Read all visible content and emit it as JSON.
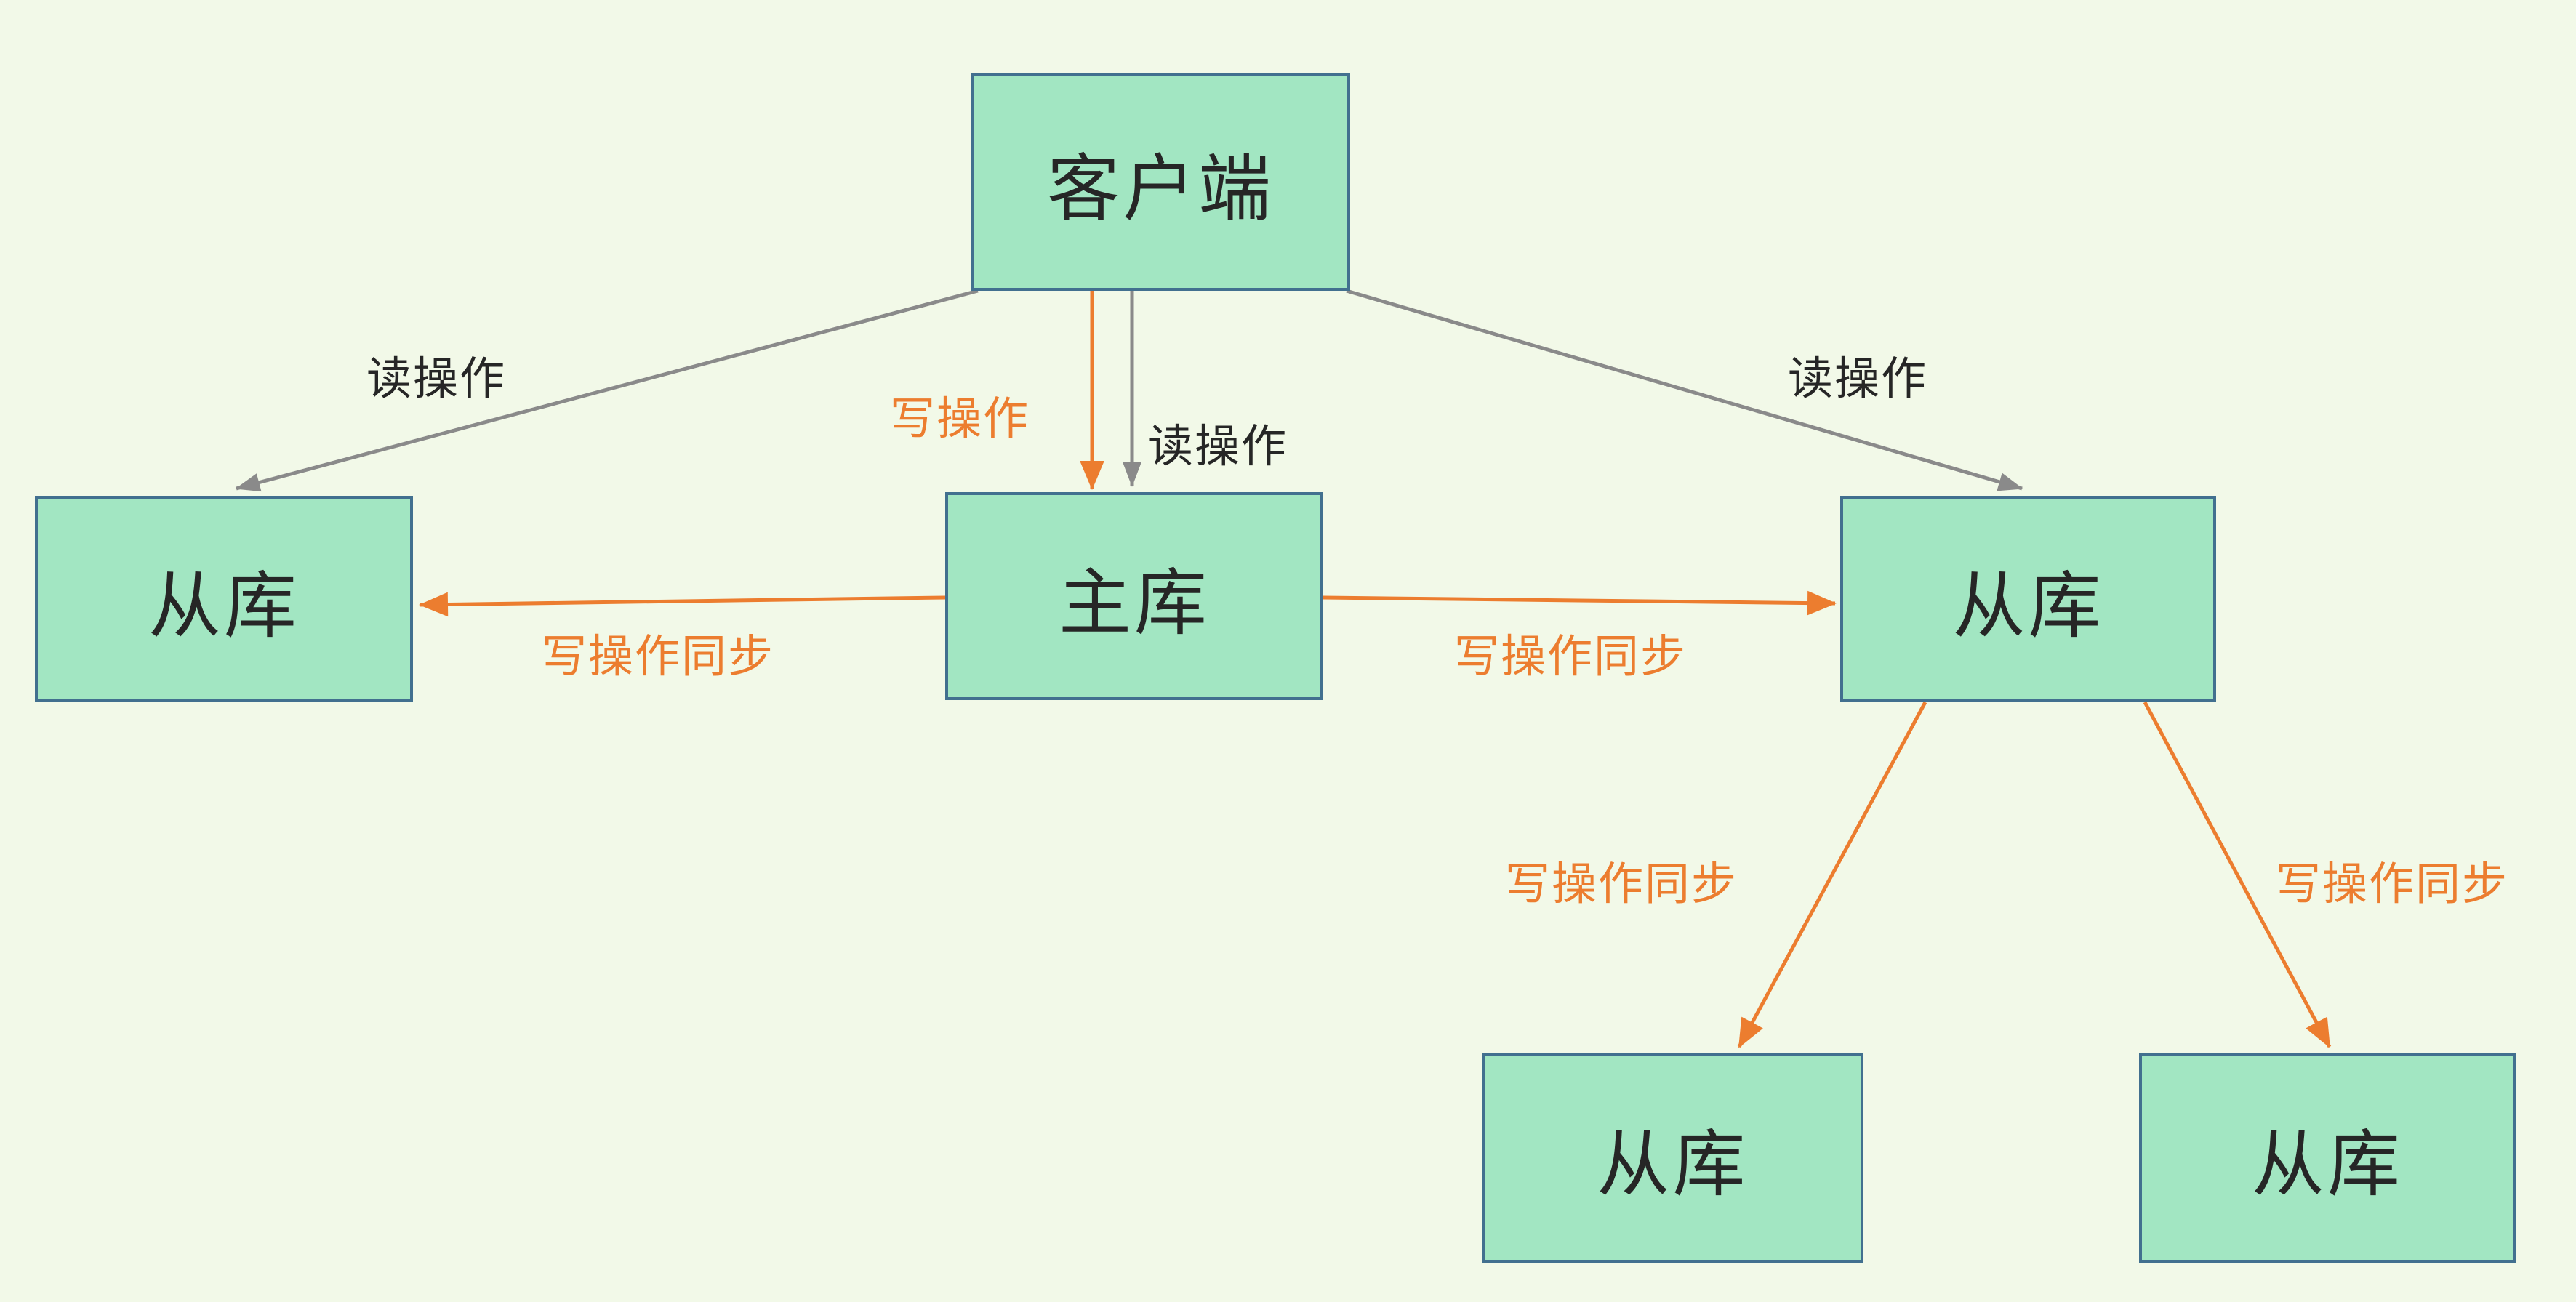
{
  "diagram": {
    "description": "Database read-write splitting / master-slave replication diagram",
    "colors": {
      "background": "#F2F9E8",
      "node_fill": "#A2E6C2",
      "node_border": "#42708F",
      "read_arrow_gray": "#8A8A8A",
      "write_arrow_orange": "#EC7D2F",
      "node_text": "#262626"
    },
    "nodes": [
      {
        "id": "client",
        "label": "客户端"
      },
      {
        "id": "master",
        "label": "主库"
      },
      {
        "id": "slave-left",
        "label": "从库"
      },
      {
        "id": "slave-right",
        "label": "从库"
      },
      {
        "id": "slave-bottom-left",
        "label": "从库"
      },
      {
        "id": "slave-bottom-right",
        "label": "从库"
      }
    ],
    "edge_labels": [
      {
        "id": "read-left",
        "label": "读操作",
        "color": "dark"
      },
      {
        "id": "write",
        "label": "写操作",
        "color": "orange"
      },
      {
        "id": "read-mid",
        "label": "读操作",
        "color": "dark"
      },
      {
        "id": "read-right",
        "label": "读操作",
        "color": "dark"
      },
      {
        "id": "sync-left",
        "label": "写操作同步",
        "color": "orange"
      },
      {
        "id": "sync-right",
        "label": "写操作同步",
        "color": "orange"
      },
      {
        "id": "sync-bottom-left",
        "label": "写操作同步",
        "color": "orange"
      },
      {
        "id": "sync-bottom-right",
        "label": "写操作同步",
        "color": "orange"
      }
    ]
  }
}
